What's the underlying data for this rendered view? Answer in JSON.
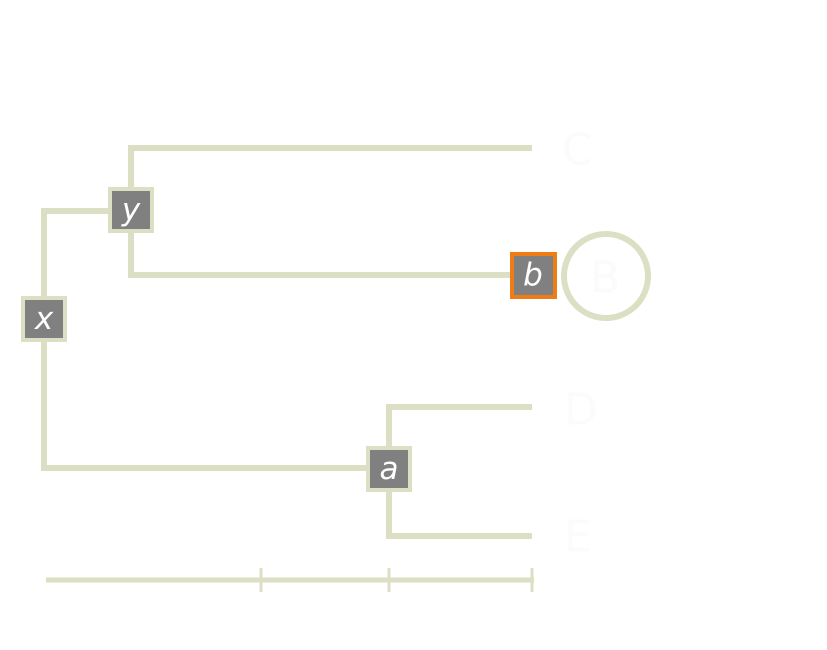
{
  "tree": {
    "internal_nodes": [
      {
        "id": "x",
        "label": "x",
        "selected": false
      },
      {
        "id": "y",
        "label": "y",
        "selected": false
      },
      {
        "id": "a",
        "label": "a",
        "selected": false
      },
      {
        "id": "b",
        "label": "b",
        "selected": true
      }
    ],
    "leaves": [
      {
        "id": "C",
        "label": "C",
        "highlighted": false
      },
      {
        "id": "B",
        "label": "B",
        "highlighted": true
      },
      {
        "id": "D",
        "label": "D",
        "highlighted": false
      },
      {
        "id": "E",
        "label": "E",
        "highlighted": false
      }
    ]
  },
  "colors": {
    "branch": "#dcdfc4",
    "node_fill": "#808080",
    "selected_outline": "#ef7d16",
    "leaf_label": "#fbfbf9"
  }
}
